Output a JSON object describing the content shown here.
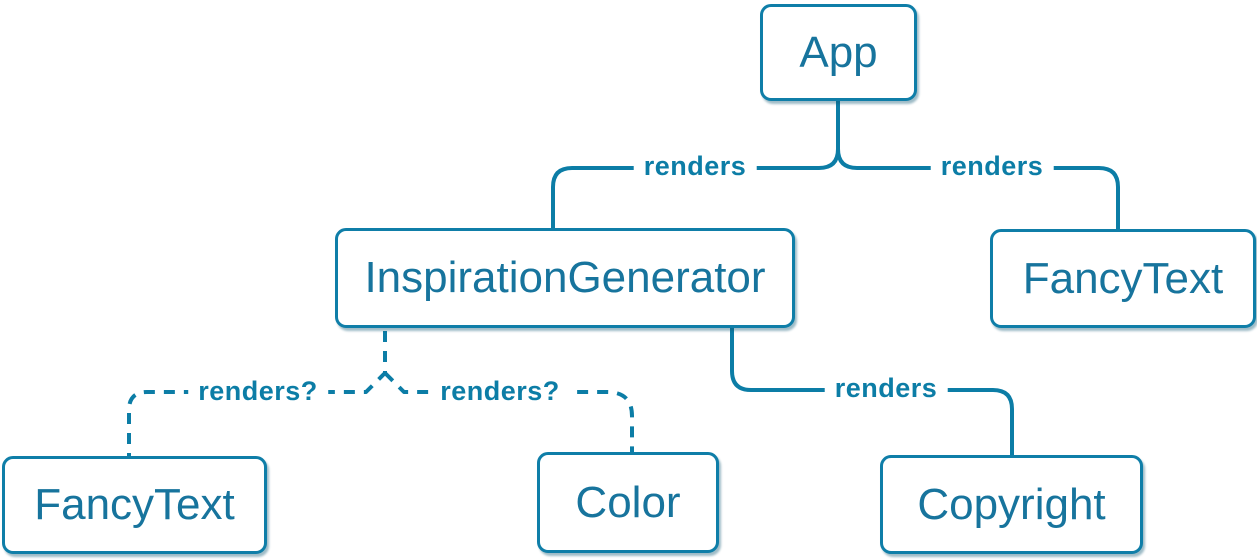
{
  "colors": {
    "accent": "#0c7da6",
    "node_border": "#0f7ea8",
    "node_text": "#17749d",
    "node_background": "#ffffff",
    "shadow": "#0e5873"
  },
  "nodes": [
    {
      "id": "app",
      "label": "App"
    },
    {
      "id": "inspiration-generator",
      "label": "InspirationGenerator"
    },
    {
      "id": "fancy-text-top",
      "label": "FancyText"
    },
    {
      "id": "fancy-text-bottom",
      "label": "FancyText"
    },
    {
      "id": "color",
      "label": "Color"
    },
    {
      "id": "copyright",
      "label": "Copyright"
    }
  ],
  "edges": [
    {
      "from": "app",
      "to": "inspiration-generator",
      "label": "renders",
      "style": "solid"
    },
    {
      "from": "app",
      "to": "fancy-text-top",
      "label": "renders",
      "style": "solid"
    },
    {
      "from": "inspiration-generator",
      "to": "fancy-text-bottom",
      "label": "renders?",
      "style": "dashed"
    },
    {
      "from": "inspiration-generator",
      "to": "color",
      "label": "renders?",
      "style": "dashed"
    },
    {
      "from": "inspiration-generator",
      "to": "copyright",
      "label": "renders",
      "style": "solid"
    }
  ]
}
